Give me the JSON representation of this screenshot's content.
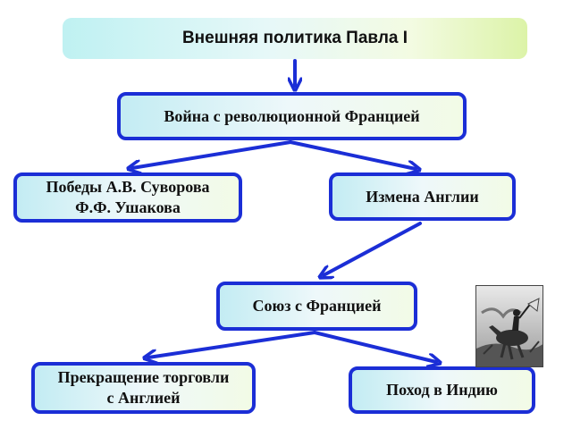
{
  "title": "Внешняя политика Павла I",
  "nodes": {
    "war": "Война с революционной Францией",
    "victories_line1": "Победы А.В. Суворова",
    "victories_line2": "Ф.Ф. Ушакова",
    "betrayal": "Измена Англии",
    "union": "Союз с Францией",
    "trade_line1": "Прекращение торговли",
    "trade_line2": "с Англией",
    "india": "Поход в Индию"
  },
  "colors": {
    "box_border": "#1b2ed6",
    "arrow": "#1b2ed6"
  },
  "icons": {
    "portrait": "engraving-horseman-battle-icon"
  }
}
